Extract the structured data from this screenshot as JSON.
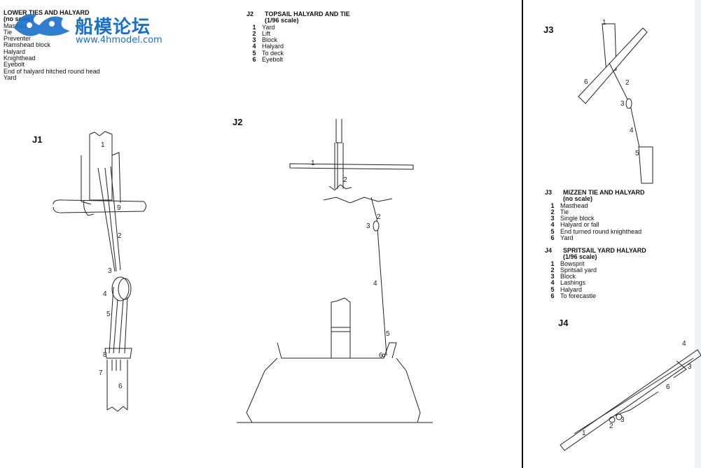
{
  "legend_lower": {
    "title": "LOWER TIES AND HALYARD",
    "subtitle": "(no scale)",
    "items": [
      "Masthead",
      "Tie",
      "Preventer",
      "Ramshead block",
      "Halyard",
      "Knighthead",
      "Eyebolt",
      "End of halyard hitched round head",
      "Yard"
    ]
  },
  "legend_j2": {
    "tag": "J2",
    "title": "TOPSAIL HALYARD AND TIE",
    "subtitle": "(1/96 scale)",
    "items": [
      {
        "n": "1",
        "t": "Yard"
      },
      {
        "n": "2",
        "t": "Lift"
      },
      {
        "n": "3",
        "t": "Block"
      },
      {
        "n": "4",
        "t": "Halyard"
      },
      {
        "n": "5",
        "t": "To deck"
      },
      {
        "n": "6",
        "t": "Eyebolt"
      }
    ]
  },
  "legend_j3": {
    "tag": "J3",
    "title": "MIZZEN TIE AND HALYARD",
    "subtitle": "(no scale)",
    "items": [
      {
        "n": "1",
        "t": "Masthead"
      },
      {
        "n": "2",
        "t": "Tie"
      },
      {
        "n": "3",
        "t": "Single block"
      },
      {
        "n": "4",
        "t": "Halyard or fall"
      },
      {
        "n": "5",
        "t": "End turned round knighthead"
      },
      {
        "n": "6",
        "t": "Yard"
      }
    ]
  },
  "legend_j4": {
    "tag": "J4",
    "title": "SPRITSAIL YARD HALYARD",
    "subtitle": "(1/96 scale)",
    "items": [
      {
        "n": "1",
        "t": "Bowsprit"
      },
      {
        "n": "2",
        "t": "Spritsail yard"
      },
      {
        "n": "3",
        "t": "Block"
      },
      {
        "n": "4",
        "t": "Lashings"
      },
      {
        "n": "5",
        "t": "Halyard"
      },
      {
        "n": "6",
        "t": "To forecastle"
      }
    ]
  },
  "figures": {
    "j1": "J1",
    "j2": "J2",
    "j3": "J3",
    "j4": "J4"
  },
  "watermark": {
    "cn": "船模论坛",
    "url": "www.4hmodel.com"
  },
  "callouts": {
    "j1": [
      "1",
      "9",
      "2",
      "3",
      "4",
      "5",
      "8",
      "7",
      "6"
    ],
    "j2": [
      "1",
      "2",
      "2",
      "3",
      "4",
      "5",
      "6"
    ],
    "j3": [
      "1",
      "6",
      "2",
      "3",
      "4",
      "5"
    ],
    "j4": [
      "4",
      "3",
      "6",
      "1",
      "2",
      "3"
    ]
  }
}
